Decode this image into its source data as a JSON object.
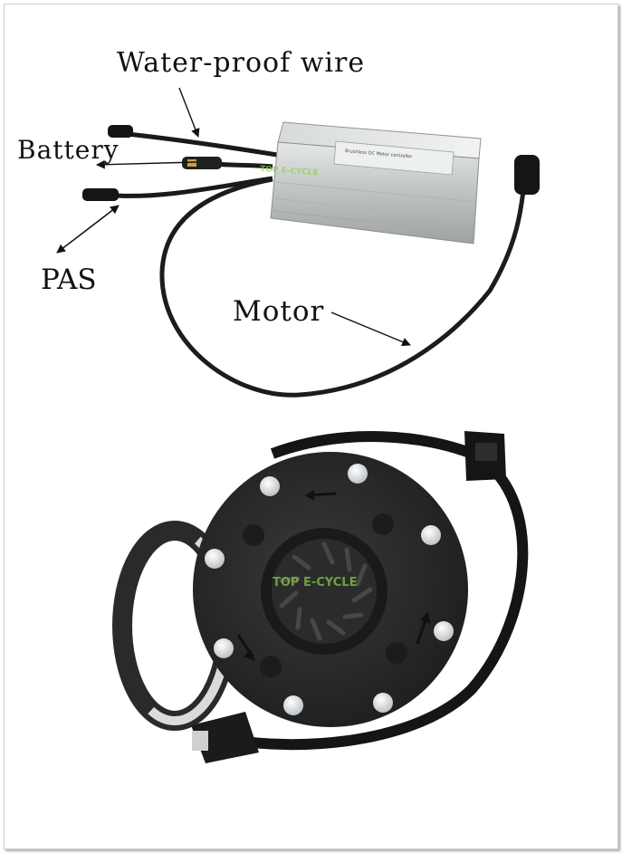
{
  "labels": {
    "water_proof_wire": "Water-proof wire",
    "battery": "Battery",
    "pas": "PAS",
    "motor": "Motor"
  },
  "controller": {
    "plate_text_1": "Brushless DC Motor controller",
    "watermark": "TOP E-CYCLE"
  },
  "sensor": {
    "watermark": "TOP E-CYCLE"
  },
  "colors": {
    "housing": "#c9cbcb",
    "cable": "#1a1a1a",
    "disc": "#2a2a2a",
    "magnet": "#dfe3e6",
    "watermark": "#8fd14f"
  }
}
